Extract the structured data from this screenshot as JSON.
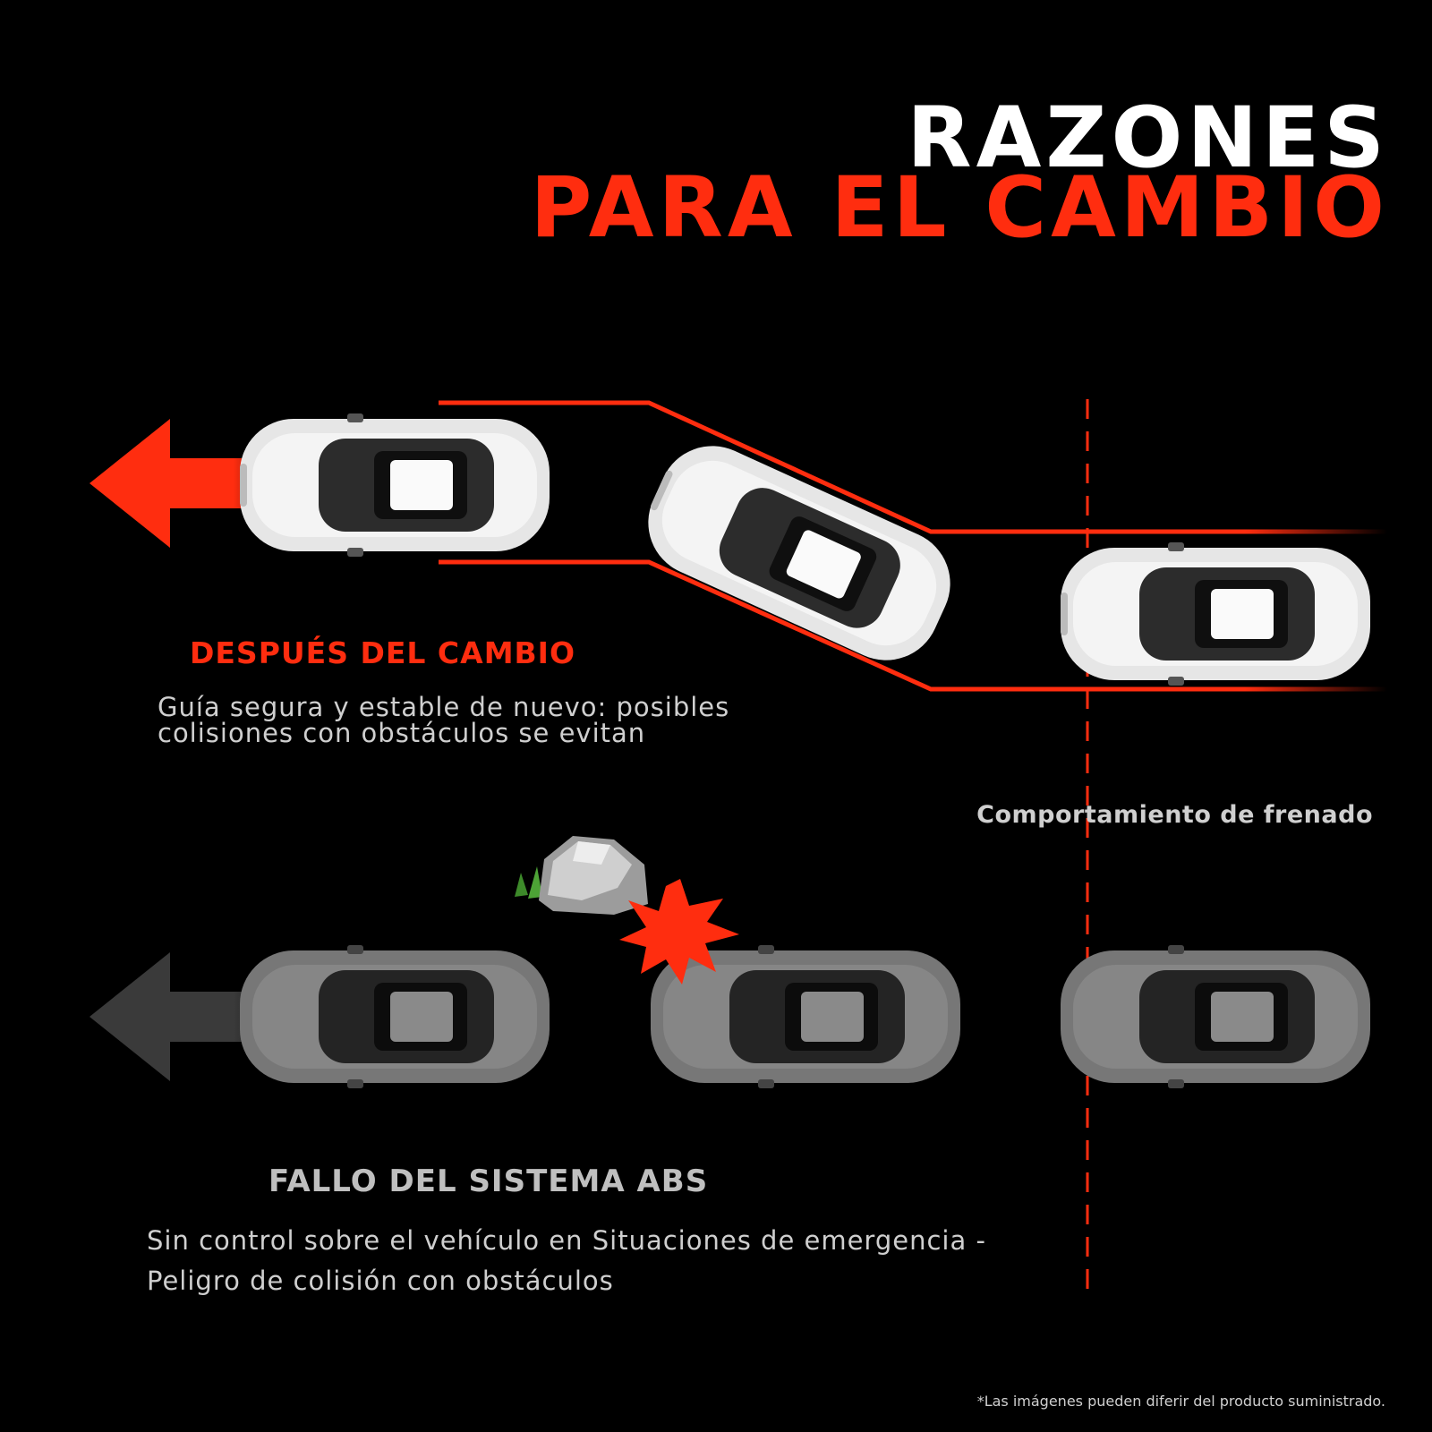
{
  "title": {
    "line1": "RAZONES",
    "line2": "PARA EL CAMBIO"
  },
  "after_change": {
    "heading": "DESPUÉS DEL CAMBIO",
    "body": "Guía segura y estable de nuevo: posibles colisiones con obstáculos se evitan"
  },
  "braking_label": "Comportamiento de frenado",
  "abs_failure": {
    "heading": "FALLO DEL SISTEMA ABS",
    "body": "Sin control sobre el vehículo en Situaciones de emergencia  -  Peligro de colisión con obstáculos"
  },
  "disclaimer": "*Las imágenes pueden diferir del producto suministrado.",
  "colors": {
    "accent_red": "#ff2d0f",
    "background": "#000000",
    "car_after": "#e4e4e4",
    "car_abs": "#7a7a7a",
    "arrow_abs": "#3a3a3a"
  },
  "icons": {
    "direction_arrow": "arrow-left-icon",
    "obstacle": "rock-icon",
    "impact": "impact-starburst-icon"
  }
}
